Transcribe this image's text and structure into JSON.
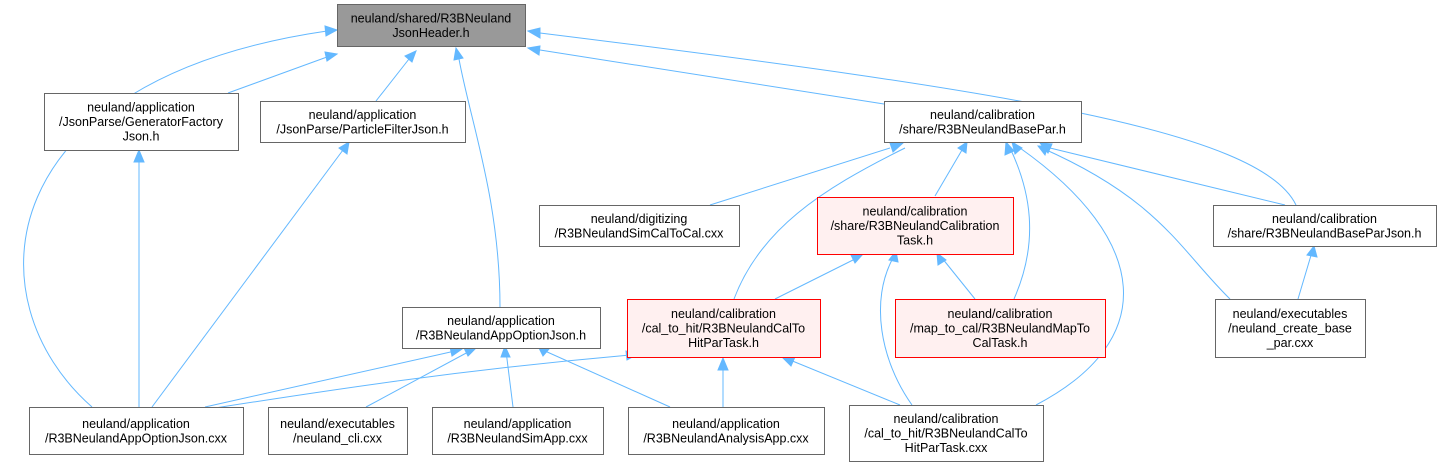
{
  "colors": {
    "edge": "#63b8ff",
    "root_fill": "#999999",
    "root_border": "#666666",
    "normal_fill": "#ffffff",
    "normal_border": "#666666",
    "highlight_fill": "#fff0f0",
    "highlight_border": "#ff0000"
  },
  "nodes": {
    "root": {
      "lines": [
        "neuland/shared/R3BNeuland",
        "JsonHeader.h"
      ],
      "style": "root"
    },
    "generator_factory": {
      "lines": [
        "neuland/application",
        "/JsonParse/GeneratorFactory",
        "Json.h"
      ],
      "style": "normal"
    },
    "particle_filter": {
      "lines": [
        "neuland/application",
        "/JsonParse/ParticleFilterJson.h"
      ],
      "style": "normal"
    },
    "base_par": {
      "lines": [
        "neuland/calibration",
        "/share/R3BNeulandBasePar.h"
      ],
      "style": "normal"
    },
    "sim_cal_to_cal": {
      "lines": [
        "neuland/digitizing",
        "/R3BNeulandSimCalToCal.cxx"
      ],
      "style": "normal"
    },
    "calibration_task": {
      "lines": [
        "neuland/calibration",
        "/share/R3BNeulandCalibration",
        "Task.h"
      ],
      "style": "highlight"
    },
    "base_par_json": {
      "lines": [
        "neuland/calibration",
        "/share/R3BNeulandBaseParJson.h"
      ],
      "style": "normal"
    },
    "app_option_json_h": {
      "lines": [
        "neuland/application",
        "/R3BNeulandAppOptionJson.h"
      ],
      "style": "normal"
    },
    "cal_to_hit_h": {
      "lines": [
        "neuland/calibration",
        "/cal_to_hit/R3BNeulandCalTo",
        "HitParTask.h"
      ],
      "style": "highlight"
    },
    "map_to_cal_h": {
      "lines": [
        "neuland/calibration",
        "/map_to_cal/R3BNeulandMapTo",
        "CalTask.h"
      ],
      "style": "highlight"
    },
    "create_base_par": {
      "lines": [
        "neuland/executables",
        "/neuland_create_base",
        "_par.cxx"
      ],
      "style": "normal"
    },
    "app_option_json_cxx": {
      "lines": [
        "neuland/application",
        "/R3BNeulandAppOptionJson.cxx"
      ],
      "style": "normal"
    },
    "neuland_cli": {
      "lines": [
        "neuland/executables",
        "/neuland_cli.cxx"
      ],
      "style": "normal"
    },
    "sim_app": {
      "lines": [
        "neuland/application",
        "/R3BNeulandSimApp.cxx"
      ],
      "style": "normal"
    },
    "analysis_app": {
      "lines": [
        "neuland/application",
        "/R3BNeulandAnalysisApp.cxx"
      ],
      "style": "normal"
    },
    "cal_to_hit_cxx": {
      "lines": [
        "neuland/calibration",
        "/cal_to_hit/R3BNeulandCalTo",
        "HitParTask.cxx"
      ],
      "style": "normal"
    }
  }
}
